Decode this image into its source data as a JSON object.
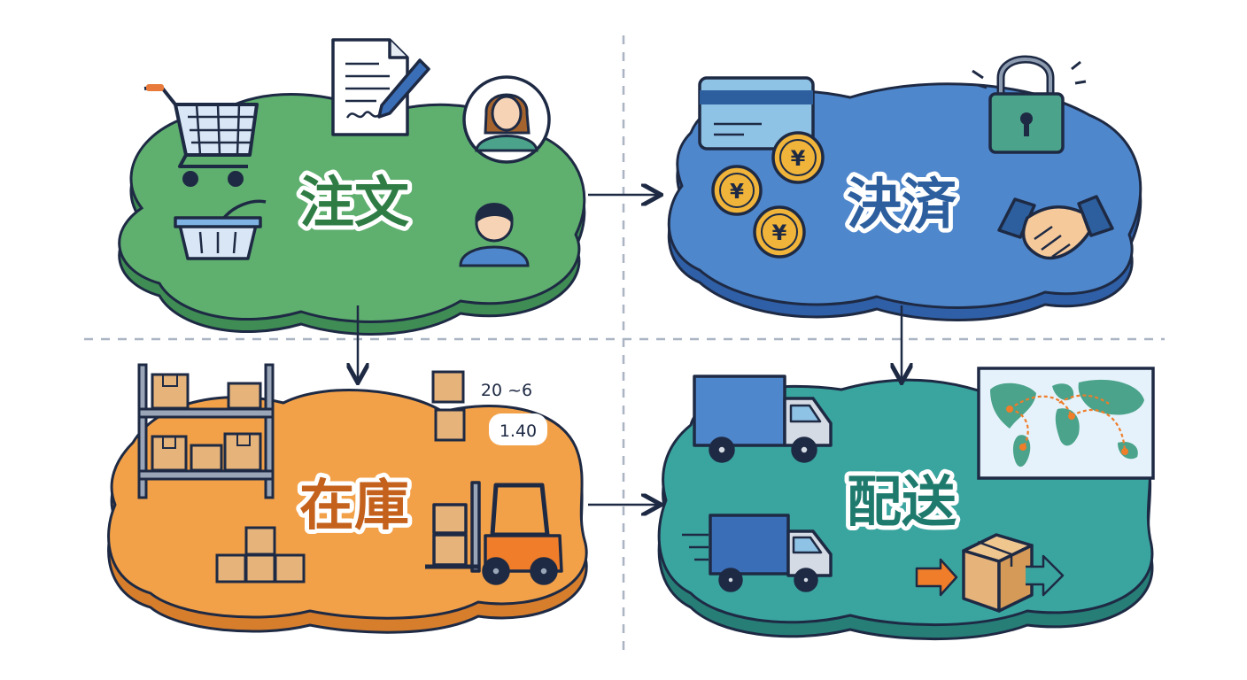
{
  "quadrants": {
    "order": {
      "title": "注文",
      "color": "#5faf6f"
    },
    "payment": {
      "title": "決済",
      "color": "#4f87cc"
    },
    "inventory": {
      "title": "在庫",
      "color": "#f3a149",
      "notes": [
        "20 ~6",
        "1.40"
      ]
    },
    "delivery": {
      "title": "配送",
      "color": "#3aa59f"
    }
  },
  "colors": {
    "outline": "#1e2a44",
    "order_text": "#2f7d45",
    "payment_text": "#2d5f9e",
    "inventory_text": "#c4621d",
    "delivery_text": "#1f7a6e",
    "coin": "#f0b43a",
    "box": "#e6b47a",
    "forklift": "#ef7d2a",
    "truck": "#4f87cc",
    "divider": "#aab4c3"
  },
  "icons": [
    "shopping-cart-icon",
    "document-pen-icon",
    "user-avatar-icon",
    "shopping-basket-icon",
    "credit-card-icon",
    "yen-coin-icon",
    "padlock-icon",
    "handshake-icon",
    "warehouse-shelf-icon",
    "cardboard-box-icon",
    "forklift-icon",
    "truck-icon",
    "world-map-icon",
    "arrow-right-icon",
    "arrow-down-icon"
  ]
}
